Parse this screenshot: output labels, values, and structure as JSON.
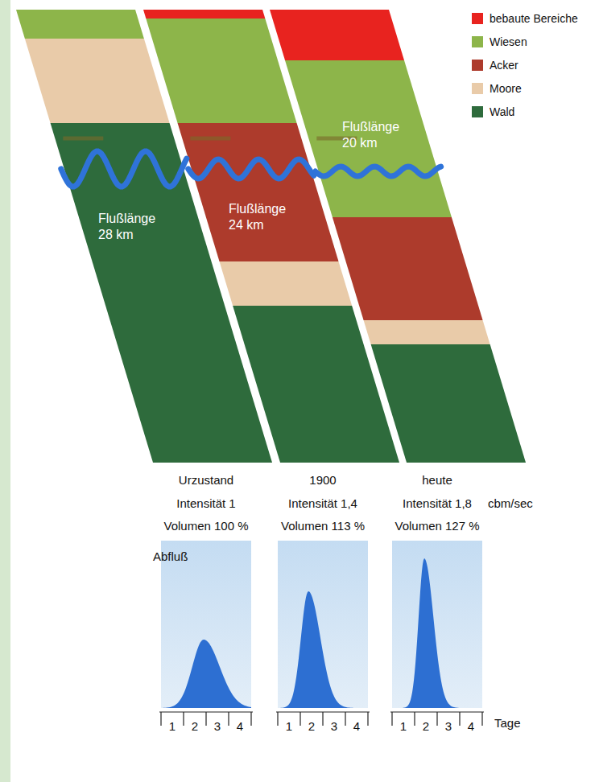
{
  "diagram": {
    "labels": [
      "Flußlänge 28 km",
      "Flußlänge 24 km",
      "Flußlänge 20 km",
      "Urzustand",
      "Intensität 1",
      "Volumen 100 %",
      "1900",
      "Intensität 1,4",
      "Volumen 113 %",
      "heute",
      "Intensität 1,8",
      "cbm/sec",
      "Volumen 127 %",
      "Abfluß",
      "1",
      "2",
      "3",
      "4",
      "1",
      "2",
      "3",
      "4",
      "1",
      "2",
      "3",
      "4",
      "Tage"
    ],
    "legend": [
      {
        "text": "bebaute Bereiche",
        "color": "#e8231f"
      },
      {
        "text": "Wiesen",
        "color": "#8db54a"
      },
      {
        "text": "Acker",
        "color": "#ad3b2c"
      },
      {
        "text": "Moore",
        "color": "#e9cba9"
      },
      {
        "text": "Wald",
        "color": "#2e6b3c"
      }
    ]
  }
}
